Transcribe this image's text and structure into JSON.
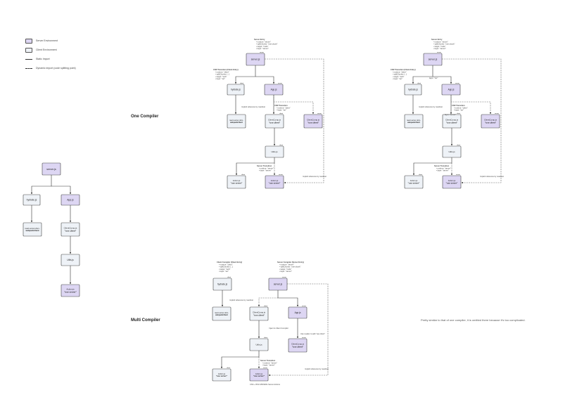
{
  "legend": {
    "server_env": "Server Environment",
    "client_env": "Client Environment",
    "static_import": "Static Import",
    "dynamic_import": "Dynamic import (code splitting point)"
  },
  "labels": {
    "one_compiler": "One Compiler",
    "multi_compiler": "Multi Compiler",
    "right_note": "Pretty similar to that of one compiler, it is omitted there because it's too complicated."
  },
  "colors": {
    "server": "#ddd6f3",
    "client": "#eef2f7",
    "stroke": "#444444",
    "tag": "#b0306a"
  },
  "tags": {
    "server": "server",
    "client": "client"
  },
  "left": {
    "server_js": "server.js",
    "hydrate_js": "hydrate.js",
    "app_js": "App.js",
    "react_server": "react-server-dom-webpack/client",
    "client_comp": "ClientComp.js",
    "client_comp_use": "\"use client\"",
    "utils_js": "Utils.js",
    "action_js": "Action.js",
    "action_use": "\"use server\""
  },
  "entry": {
    "server_title": "Server Entry",
    "server_lines": [
      "runtime: \"server\"",
      "splitChunks: \"one-chunk\"",
      "target: \"node\"",
      "layer: \"server\""
    ],
    "client_title": "CSR Transition (Client Entry)",
    "client_lines": [
      "runtime: \"client\"",
      "splitChunks: [...]",
      "target: \"web\"",
      "layer: \"ssr\""
    ],
    "csr_title": "CSR Transition",
    "csr_lines": [
      "runtime: \"client\"",
      "layer: \"ssr\""
    ],
    "srv_title": "Server Transition",
    "srv_lines": [
      "runtime: \"server\"",
      "layer: \"server\""
    ],
    "layer_ssr": "layer: \"ssr\"",
    "layer_server": "layer: \"server\"",
    "mc_client_title": "Client Compiler (Client Entry)",
    "mc_client_lines": [
      "runtime: \"client\"",
      "splitChunks: [...]",
      "target: \"web\"",
      "layer: \"ssr\""
    ],
    "mc_server_title": "Server Compiler (Server Entry)",
    "mc_server_lines": [
      "runtime: \"server\"",
      "splitChunks: \"one-chunk\"",
      "target: \"node\"",
      "layer: \"server\""
    ]
  },
  "notes": {
    "implicit": "Implicit reference by manifest",
    "inject": "Inject to Client Compiler",
    "use_loader": "Use Loader to add \"use client\"",
    "css": "CSS + RSC MISSING Server Actions"
  }
}
